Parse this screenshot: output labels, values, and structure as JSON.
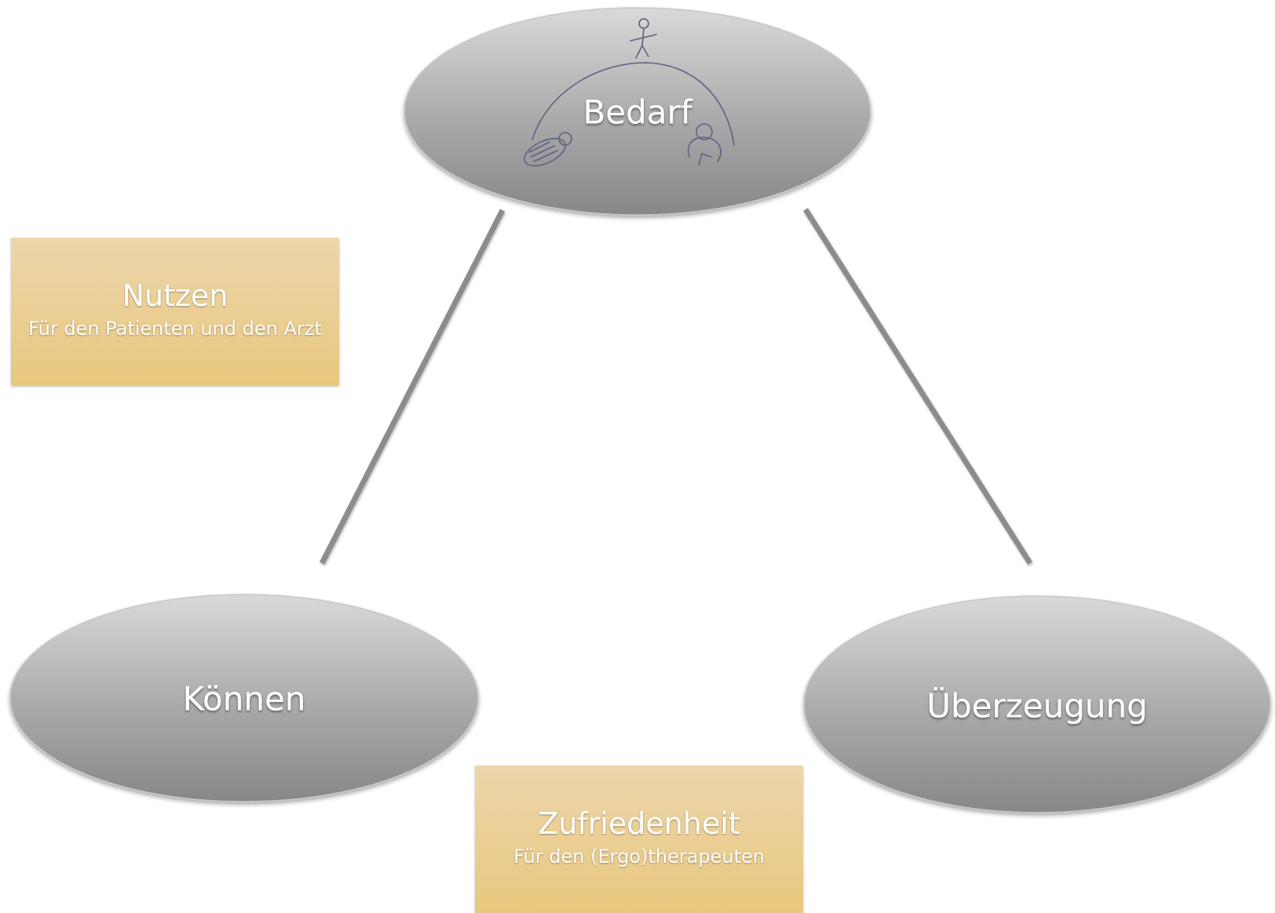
{
  "nodes": {
    "top": {
      "label": "Bedarf"
    },
    "left": {
      "label": "Können"
    },
    "right": {
      "label": "Überzeugung"
    }
  },
  "boxes": {
    "nutzen": {
      "title": "Nutzen",
      "subtitle": "Für den Patienten und den Arzt"
    },
    "zufriedenheit": {
      "title": "Zufriedenheit",
      "subtitle": "Für den (Ergo)therapeuten"
    }
  },
  "colors": {
    "node_fill_top": "#d7d7d7",
    "node_fill_bottom": "#8a8a8a",
    "connector": "#8c8c8c",
    "box_fill_top": "#ecd6ac",
    "box_fill_bottom": "#e9c77e",
    "sketch_stroke": "#5b6280"
  },
  "icons": [
    "stick-figure-sketch-icon",
    "hill-arc-sketch-icon",
    "lying-person-sketch-icon",
    "crouching-person-sketch-icon"
  ]
}
